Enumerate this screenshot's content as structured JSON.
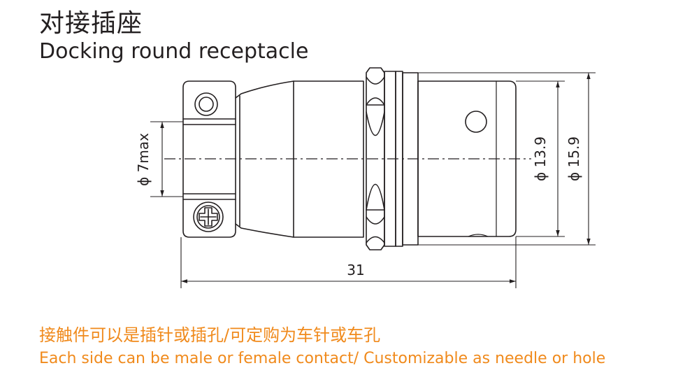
{
  "title": {
    "cn": "对接插座",
    "en": "Docking round receptacle"
  },
  "dimensions": {
    "inner_dia": "ϕ 7max",
    "dia_a": "ϕ 13.9",
    "dia_b": "ϕ 15.9",
    "length": "31"
  },
  "note": {
    "cn": "接触件可以是插针或插孔/可定购为车针或车孔",
    "en": "Each side can be male or female contact/ Customizable as needle or hole"
  },
  "colors": {
    "line": "#231f20",
    "accent": "#f08a1c"
  }
}
